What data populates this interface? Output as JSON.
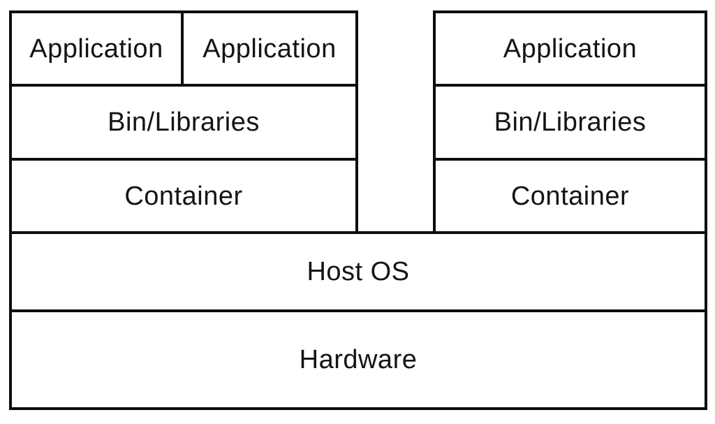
{
  "diagram": {
    "title": "container-architecture-stack",
    "colors": {
      "border": "#0d0d0d",
      "text": "#141414",
      "background": "#ffffff"
    },
    "left_stack": {
      "applications": [
        {
          "label": "Application"
        },
        {
          "label": "Application"
        }
      ],
      "bin_libraries_label": "Bin/Libraries",
      "container_label": "Container"
    },
    "right_stack": {
      "applications": [
        {
          "label": "Application"
        }
      ],
      "bin_libraries_label": "Bin/Libraries",
      "container_label": "Container"
    },
    "host_os_label": "Host OS",
    "hardware_label": "Hardware"
  }
}
